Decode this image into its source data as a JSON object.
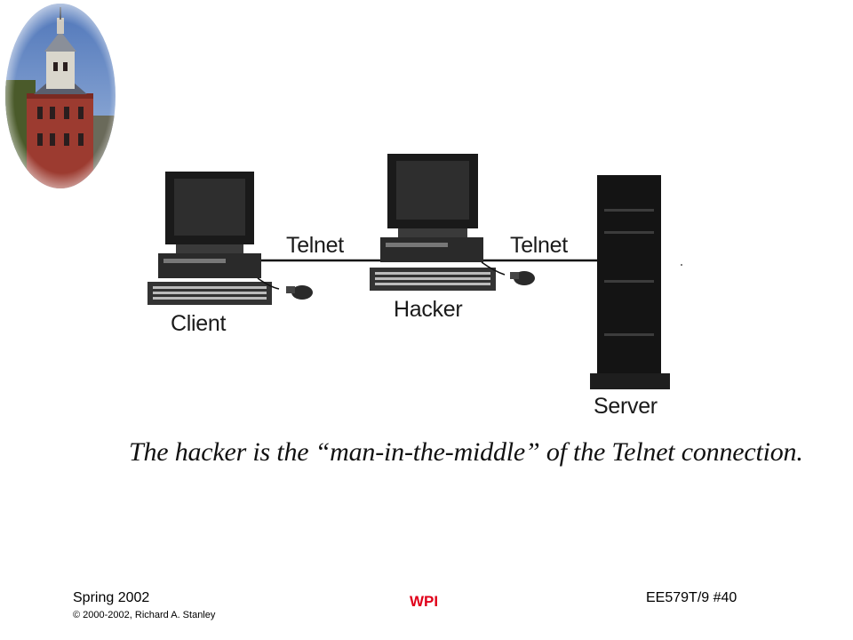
{
  "diagram": {
    "left_link_label": "Telnet",
    "right_link_label": "Telnet",
    "client_label": "Client",
    "hacker_label": "Hacker",
    "server_label": "Server",
    "caption": "The hacker is the “man-in-the-middle” of the Telnet connection."
  },
  "footer": {
    "term": "Spring 2002",
    "copyright": "© 2000-2002, Richard A. Stanley",
    "center": "WPI",
    "course": "EE579T/9 #40"
  },
  "colors": {
    "wpi_red": "#e0001a",
    "sky": "#6d8fc4",
    "brick": "#9c3b30"
  }
}
